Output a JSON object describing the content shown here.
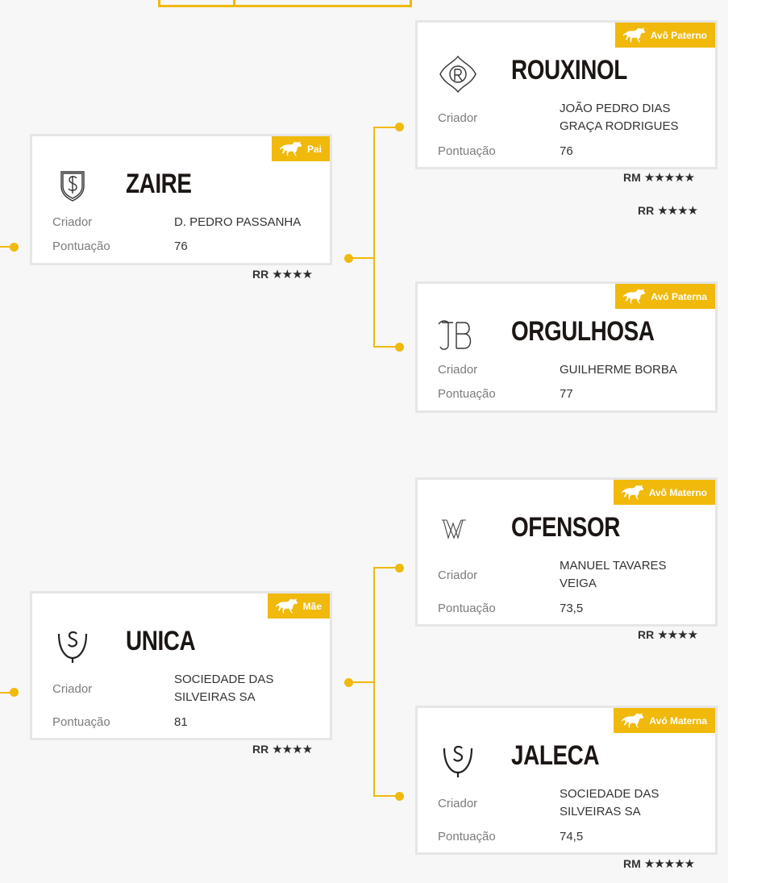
{
  "labels": {
    "breeder": "Criador",
    "score": "Pontuação"
  },
  "colors": {
    "accent": "#f0b90b",
    "card_border": "#e6e6e6",
    "background": "#f7f7f7"
  },
  "cards": {
    "rouxinol": {
      "badge": "Avô Paterno",
      "name": "ROUXINOL",
      "breeder_lines": [
        "JOÃO PEDRO DIAS",
        "GRAÇA RODRIGUES"
      ],
      "score": "76",
      "rating_code": "RM",
      "stars": "★★★★★",
      "crest": "ornate-r-crest-icon"
    },
    "rouxinol_extra": {
      "rating_code": "RR",
      "stars": "★★★★"
    },
    "zaire": {
      "badge": "Pai",
      "name": "ZAIRE",
      "breeder_lines": [
        "D. PEDRO PASSANHA"
      ],
      "score": "76",
      "rating_code": "RR",
      "stars": "★★★★",
      "crest": "shield-s-crest-icon"
    },
    "orgulhosa": {
      "badge": "Avó Paterna",
      "name": "ORGULHOSA",
      "breeder_lines": [
        "GUILHERME BORBA"
      ],
      "score": "77",
      "crest": "jb-monogram-crest-icon"
    },
    "ofensor": {
      "badge": "Avô Materno",
      "name": "OFENSOR",
      "breeder_lines": [
        "MANUEL TAVARES",
        "VEIGA"
      ],
      "score": "73,5",
      "rating_code": "RR",
      "stars": "★★★★",
      "crest": "mv-monogram-crest-icon"
    },
    "unica": {
      "badge": "Mãe",
      "name": "UNICA",
      "breeder_lines": [
        "SOCIEDADE DAS",
        "SILVEIRAS SA"
      ],
      "score": "81",
      "rating_code": "RR",
      "stars": "★★★★",
      "crest": "horseshoe-s-crest-icon"
    },
    "jaleca": {
      "badge": "Avó Materna",
      "name": "JALECA",
      "breeder_lines": [
        "SOCIEDADE DAS",
        "SILVEIRAS SA"
      ],
      "score": "74,5",
      "rating_code": "RM",
      "stars": "★★★★★",
      "crest": "horseshoe-s-crest-icon"
    }
  }
}
